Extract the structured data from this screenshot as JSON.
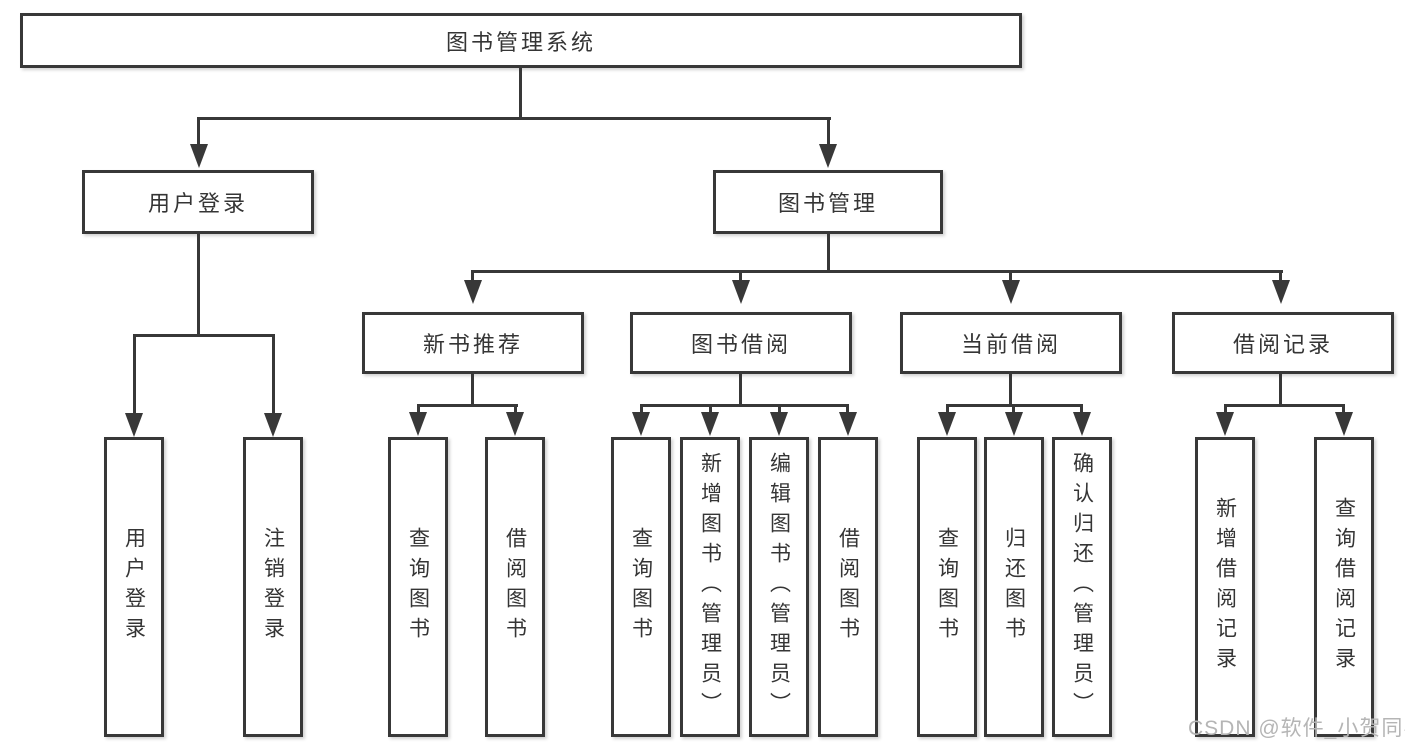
{
  "nodes": {
    "root": "图书管理系统",
    "user_login": "用户登录",
    "book_management": "图书管理",
    "new_book_recommend": "新书推荐",
    "book_borrowing": "图书借阅",
    "current_borrowing": "当前借阅",
    "borrowing_records": "借阅记录",
    "leaf_user_login": "用户登录",
    "leaf_logout": "注销登录",
    "leaf_rec_query_books": "查询图书",
    "leaf_rec_borrow_books": "借阅图书",
    "leaf_bb_query_books": "查询图书",
    "leaf_bb_add_books": "新增图书（管理员）",
    "leaf_bb_edit_books": "编辑图书（管理员）",
    "leaf_bb_borrow_books": "借阅图书",
    "leaf_cb_query_books": "查询图书",
    "leaf_cb_return_books": "归还图书",
    "leaf_cb_confirm_return": "确认归还（管理员）",
    "leaf_br_add_record": "新增借阅记录",
    "leaf_br_query_record": "查询借阅记录"
  },
  "watermark": "CSDN @软件_小贺同学",
  "colors": {
    "line": "#383838",
    "text": "#353535",
    "watermark": "#b5b5b5",
    "background": "#ffffff"
  }
}
